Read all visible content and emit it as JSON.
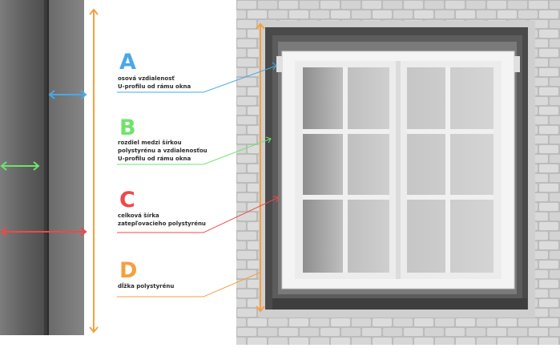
{
  "labels": [
    {
      "letter": "A",
      "color": "#4aa8e8",
      "lines": [
        "osová vzdialenosť",
        "U-profilu od rámu okna"
      ]
    },
    {
      "letter": "B",
      "color": "#6ee46a",
      "lines": [
        "rozdiel medzi šírkou",
        "polystyrénu a vzdialenosťou",
        "U-profilu od rámu okna"
      ]
    },
    {
      "letter": "C",
      "color": "#f04848",
      "lines": [
        "celková šírka",
        "zatepľovacieho polystyrénu"
      ]
    },
    {
      "letter": "D",
      "color": "#f5a040",
      "lines": [
        "dĺžka polystyrénu"
      ]
    }
  ]
}
